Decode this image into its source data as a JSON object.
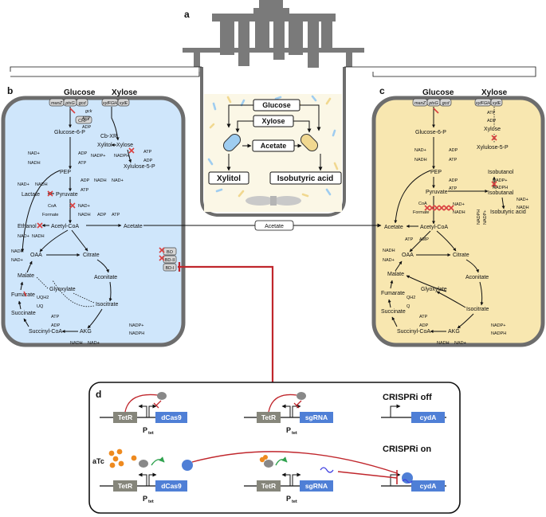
{
  "panels": {
    "a": "a",
    "b": "b",
    "c": "c",
    "d": "d"
  },
  "colors": {
    "cell_b": "#cfe6fb",
    "cell_c": "#f8e7b0",
    "wall": "#6d6d6d",
    "red": "#c0262c",
    "knockout": "#d94040",
    "gene_blue": "#4f7fd6",
    "gene_gray": "#86867b",
    "protein_gray": "#888888",
    "atc_orange": "#ee8a1f",
    "green": "#2fa24e"
  },
  "reactor": {
    "glucose": "Glucose",
    "xylose": "Xylose",
    "acetate": "Acetate",
    "xylitol": "Xylitol",
    "isobutyric": "Isobutyric acid",
    "acetate_exchange": "Acetate"
  },
  "cell_b": {
    "glucose": "Glucose",
    "xylose": "Xylose",
    "transporters_glc": [
      "manZ",
      "ptsG",
      "gcd"
    ],
    "transporters_xyl": [
      "xylFGH",
      "xylE"
    ],
    "gck": "gck",
    "crp": "CRP*",
    "g6p": "Glucose-6-P",
    "cbxr": "Cb-XR",
    "xylitol": "Xylitol",
    "xylose_in": "Xylose",
    "xylulose": "Xylulose-5-P",
    "pep": "PEP",
    "lactate": "Lactate",
    "pyruvate": "Pyruvate",
    "ethanol": "Ethanol",
    "acetylcoa": "Acetyl-CoA",
    "acetate": "Acetate",
    "oaa": "OAA",
    "citrate": "Citrate",
    "aconitate": "Aconitate",
    "malate": "Malate",
    "glyoxylate": "Glyoxylate",
    "fumarate": "Fumarate",
    "isocitrate": "Isocitrate",
    "succinate": "Succinate",
    "succinylcoa": "Succinyl-CoA",
    "akg": "AKG",
    "cofactors": [
      "NAD+",
      "NADH",
      "ATP",
      "ADP",
      "NADPH",
      "NADP+",
      "CoA",
      "Formate",
      "UQH2",
      "UQ"
    ],
    "oxidases": [
      "BO",
      "BD-II",
      "BD-I"
    ]
  },
  "cell_c": {
    "glucose": "Glucose",
    "xylose": "Xylose",
    "transporters_glc": [
      "manZ",
      "ptsG",
      "gcd"
    ],
    "transporters_xyl": [
      "xylFGH",
      "xylE"
    ],
    "g6p": "Glucose-6-P",
    "xylose_in": "Xylose",
    "xylulose": "Xylulose-5-P",
    "pep": "PEP",
    "isobutanol": "Isobutanol",
    "pyruvate": "Pyruvate",
    "isobutanal": "Isobutanal",
    "isobutyric": "Isobutyric acid",
    "acetate": "Acetate",
    "acetylcoa": "Acetyl-CoA",
    "oaa": "OAA",
    "citrate": "Citrate",
    "aconitate": "Aconitate",
    "malate": "Malate",
    "glyoxylate": "Glyoxylate",
    "fumarate": "Fumarate",
    "isocitrate": "Isocitrate",
    "succinate": "Succinate",
    "succinylcoa": "Succinyl-CoA",
    "akg": "AKG",
    "cofactors": [
      "NAD+",
      "NADH",
      "ATP",
      "ADP",
      "AMP",
      "NADPH",
      "NADP+",
      "CoA",
      "Formate",
      "QH2",
      "Q"
    ]
  },
  "crispri": {
    "tetr": "TetR",
    "dcas9": "dCas9",
    "sgrna": "sgRNA",
    "cyda": "cydA",
    "ptet": "P",
    "ptet_sub": "tet",
    "off": "CRISPRi off",
    "on": "CRISPRi on",
    "atc": "aTc"
  }
}
